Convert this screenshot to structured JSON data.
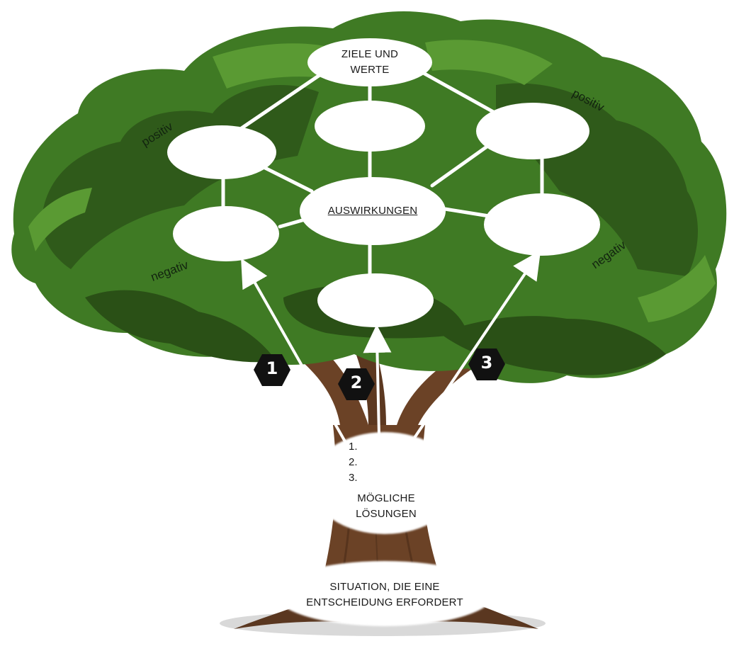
{
  "diagram": {
    "top_node": {
      "line1": "ZIELE UND",
      "line2": "WERTE"
    },
    "center_node": {
      "label": "AUSWIRKUNGEN"
    },
    "solutions_node": {
      "items": [
        "1.",
        "2.",
        "3."
      ],
      "line1": "MÖGLICHE",
      "line2": "LÖSUNGEN"
    },
    "situation_node": {
      "line1": "SITUATION, DIE EINE",
      "line2": "ENTSCHEIDUNG ERFORDERT"
    },
    "labels": {
      "positive": "positiv",
      "negative": "negativ"
    },
    "branch_numbers": [
      "1",
      "2",
      "3"
    ]
  },
  "colors": {
    "foliage_dark": "#2f5a1a",
    "foliage_mid": "#3f7a24",
    "foliage_light": "#5a9a33",
    "trunk": "#6b4226",
    "trunk_dark": "#4a2c17",
    "node_fill": "#ffffff",
    "badge": "#111111"
  }
}
